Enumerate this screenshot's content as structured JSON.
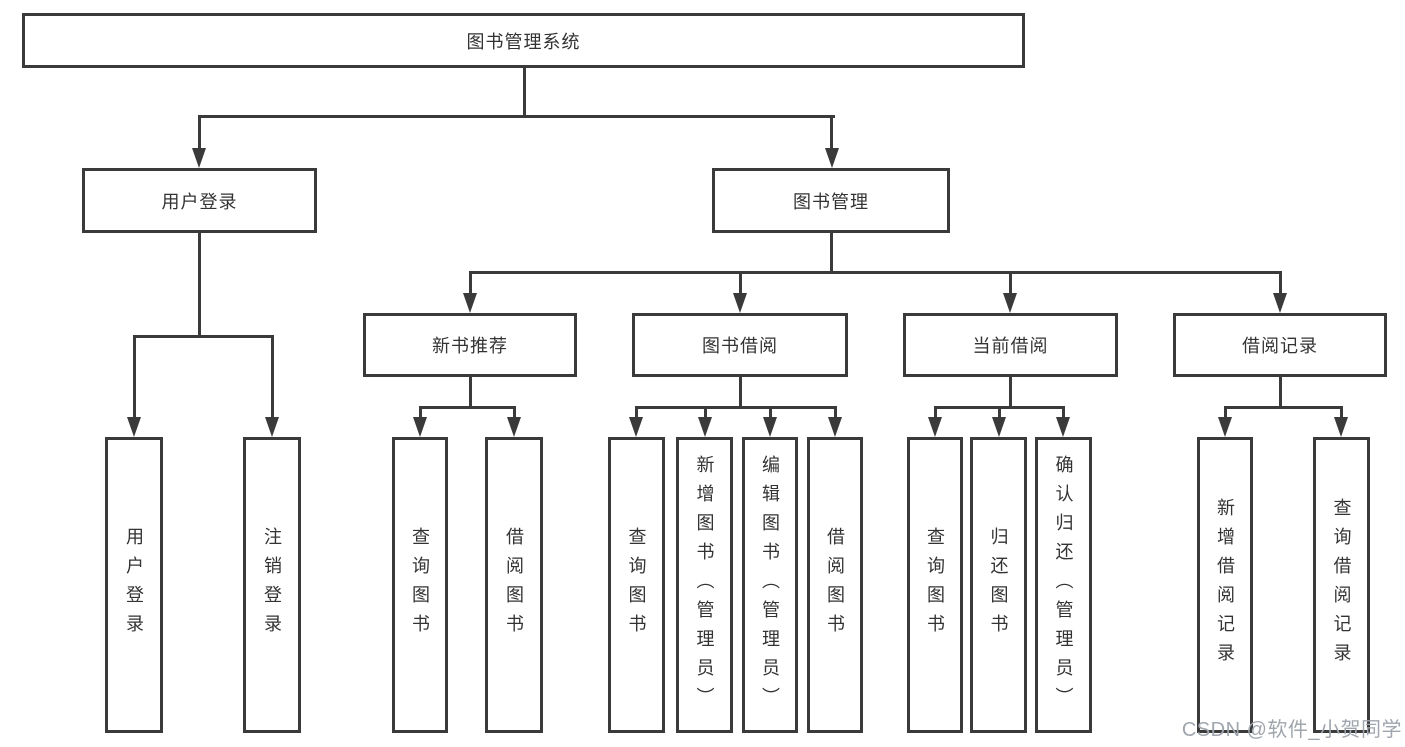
{
  "diagram": {
    "title": "图书管理系统",
    "type": "tree",
    "colors": {
      "line": "#3a3a3a",
      "box_border": "#3a3a3a",
      "text": "#333333",
      "background": "#ffffff"
    },
    "nodes": [
      {
        "id": "root",
        "label": "图书管理系统",
        "level": 1,
        "parent": null
      },
      {
        "id": "user-login",
        "label": "用户登录",
        "level": 2,
        "parent": "root"
      },
      {
        "id": "book-mgmt",
        "label": "图书管理",
        "level": 2,
        "parent": "root"
      },
      {
        "id": "new-rec",
        "label": "新书推荐",
        "level": 3,
        "parent": "book-mgmt"
      },
      {
        "id": "book-borrow",
        "label": "图书借阅",
        "level": 3,
        "parent": "book-mgmt"
      },
      {
        "id": "current-borrow",
        "label": "当前借阅",
        "level": 3,
        "parent": "book-mgmt"
      },
      {
        "id": "borrow-record",
        "label": "借阅记录",
        "level": 3,
        "parent": "book-mgmt"
      },
      {
        "id": "leaf-user-login",
        "label": "用户登录",
        "level": 4,
        "parent": "user-login"
      },
      {
        "id": "leaf-logout",
        "label": "注销登录",
        "level": 4,
        "parent": "user-login"
      },
      {
        "id": "leaf-query-book-1",
        "label": "查询图书",
        "level": 4,
        "parent": "new-rec"
      },
      {
        "id": "leaf-borrow-book-1",
        "label": "借阅图书",
        "level": 4,
        "parent": "new-rec"
      },
      {
        "id": "leaf-query-book-2",
        "label": "查询图书",
        "level": 4,
        "parent": "book-borrow"
      },
      {
        "id": "leaf-add-book",
        "label": "新增图书（管理员）",
        "level": 4,
        "parent": "book-borrow"
      },
      {
        "id": "leaf-edit-book",
        "label": "编辑图书（管理员）",
        "level": 4,
        "parent": "book-borrow"
      },
      {
        "id": "leaf-borrow-book-2",
        "label": "借阅图书",
        "level": 4,
        "parent": "book-borrow"
      },
      {
        "id": "leaf-query-book-3",
        "label": "查询图书",
        "level": 4,
        "parent": "current-borrow"
      },
      {
        "id": "leaf-return-book",
        "label": "归还图书",
        "level": 4,
        "parent": "current-borrow"
      },
      {
        "id": "leaf-confirm-return",
        "label": "确认归还（管理员）",
        "level": 4,
        "parent": "current-borrow"
      },
      {
        "id": "leaf-add-record",
        "label": "新增借阅记录",
        "level": 4,
        "parent": "borrow-record"
      },
      {
        "id": "leaf-query-record",
        "label": "查询借阅记录",
        "level": 4,
        "parent": "borrow-record"
      }
    ]
  },
  "watermark": {
    "text": "CSDN @软件_小贺同学",
    "color": "#a0a6ae"
  }
}
